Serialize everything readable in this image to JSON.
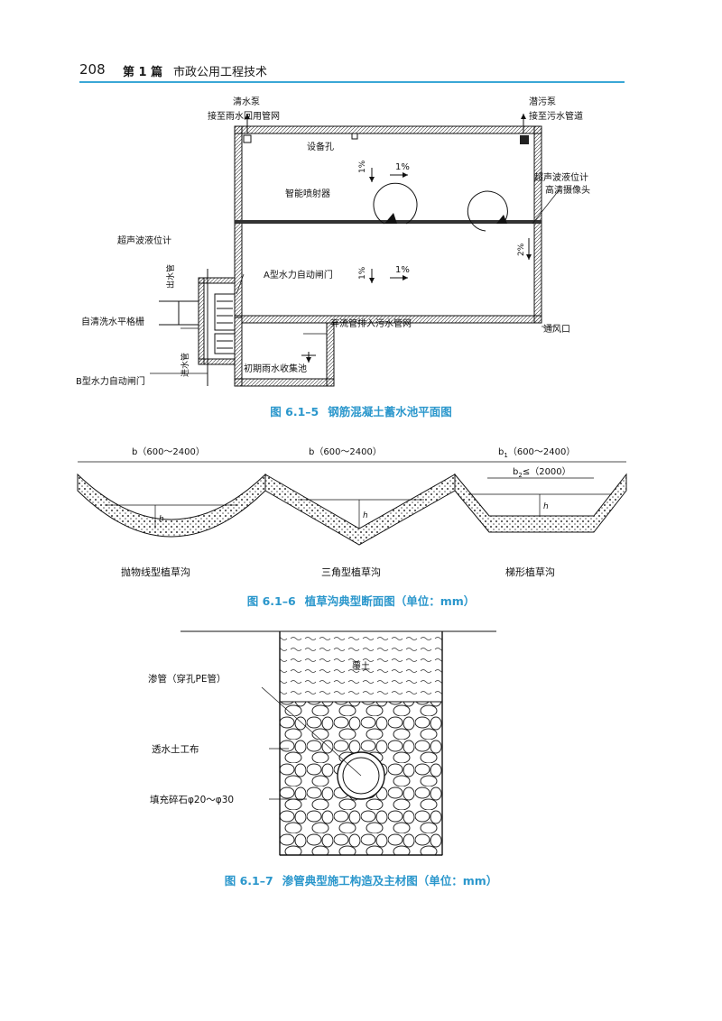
{
  "header": {
    "page_number": "208",
    "part": "第 1 篇",
    "section": "市政公用工程技术"
  },
  "fig1": {
    "number": "图 6.1–5",
    "title": "钢筋混凝土蓄水池平面图",
    "labels": {
      "clear_pump": "清水泵",
      "to_rain_reuse": "接至雨水回用管网",
      "sewage_pump": "潜污泵",
      "to_sewer": "接至污水管道",
      "equipment_hole": "设备孔",
      "slope_a": "1%",
      "slope_b": "1%",
      "slope_c": "1%",
      "slope_d": "1%",
      "slope_e": "2%",
      "sprayer": "智能喷射器",
      "ultrasonic_right": "超声波液位计",
      "hd_camera": "高清摄像头",
      "ultrasonic_left": "超声波液位计",
      "outlet_pipe": "出水管",
      "gate_a": "A型水力自动闸门",
      "grille": "自清洗水平格栅",
      "inlet_pipe": "进水管",
      "overflow": "弃流管排入污水管网",
      "vent": "通风口",
      "gate_b": "B型水力自动闸门",
      "initial_pool": "初期雨水收集池"
    }
  },
  "fig2": {
    "number": "图 6.1–6",
    "title": "植草沟典型断面图（单位：mm）",
    "labels": {
      "width_1": "b（600～2400）",
      "width_2": "b（600～2400）",
      "width_3_b": "b",
      "width_3_sub": "1",
      "width_3_rest": "（600～2400）",
      "width_4_b": "b",
      "width_4_sub": "2",
      "width_4_rest": "≤（2000）",
      "h1": "h",
      "h2": "h",
      "h3": "h",
      "name_parabolic": "抛物线型植草沟",
      "name_triangle": "三角型植草沟",
      "name_trapezoid": "梯形植草沟"
    }
  },
  "fig3": {
    "number": "图 6.1–7",
    "title": "渗管典型施工构造及主材图（单位：mm）",
    "labels": {
      "pipe": "渗管（穿孔PE管）",
      "geotextile": "透水土工布",
      "gravel": "填充碎石φ20～φ30",
      "cover_soil": "覆土"
    }
  }
}
